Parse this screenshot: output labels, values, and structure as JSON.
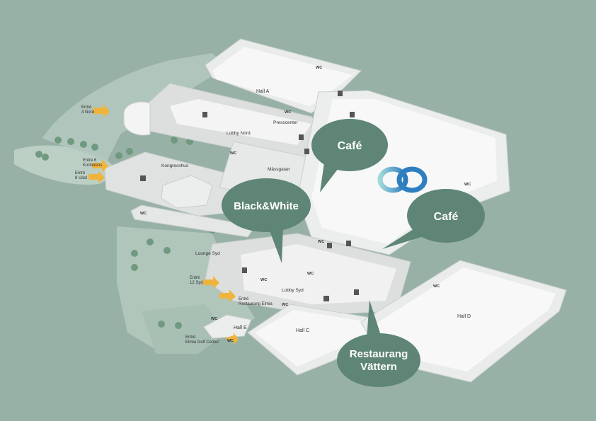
{
  "map": {
    "halls": {
      "hall_a": "Hall A",
      "hall_c": "Hall C",
      "hall_d": "Hall D",
      "hall_e": "Hall E"
    },
    "areas": {
      "lobby_nord": "Lobby Nord",
      "lobby_syd": "Lobby Syd",
      "lounge_syd": "Lounge Syd",
      "kongresshus": "Kongresshus",
      "massgatan": "Mässgatan",
      "presscenter": "Presscenter"
    },
    "entrances": {
      "e4_line1": "Entré",
      "e4_line2": "4 Nord",
      "e6_line1": "Entré 6",
      "e6_line2": "Konferens",
      "e8_line1": "Entré",
      "e8_line2": "8 Väst",
      "e12_line1": "Entré",
      "e12_line2": "12 Syd",
      "er_line1": "Entré",
      "er_line2": "Restaurang Elmia",
      "eg_line1": "Entré",
      "eg_line2": "Elmia Golf Center"
    },
    "wc_label": "WC",
    "bubbles": {
      "cafe_1": "Café",
      "cafe_2": "Café",
      "black_white": "Black&White",
      "vattern_line1": "Restaurang",
      "vattern_line2": "Vättern"
    },
    "colors": {
      "background": "#98b1a6",
      "bubble": "#5e8575",
      "arrow": "#f0b43c",
      "logo_light": "#8fd0d8",
      "logo_dark": "#2f7fc0"
    }
  }
}
